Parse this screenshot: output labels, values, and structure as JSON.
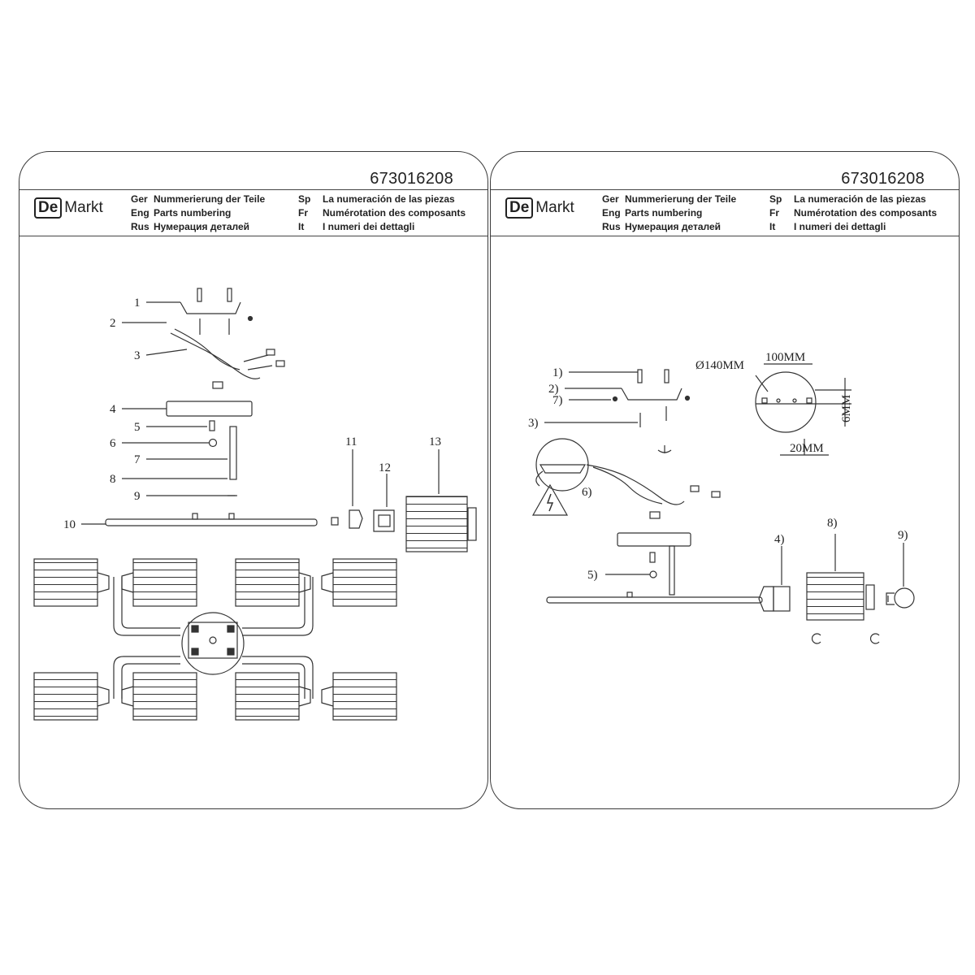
{
  "pages": [
    {
      "doc_number": "673016208",
      "logo": {
        "box": "De",
        "text": "Markt"
      },
      "languages": [
        {
          "code": "Ger",
          "text": "Nummerierung der Teile"
        },
        {
          "code": "Sp",
          "text": "La numeración de las piezas"
        },
        {
          "code": "Eng",
          "text": "Parts numbering"
        },
        {
          "code": "Fr",
          "text": "Numérotation des composants"
        },
        {
          "code": "Rus",
          "text": "Нумерация деталей"
        },
        {
          "code": "It",
          "text": "I numeri dei dettagli"
        }
      ],
      "part_labels": [
        "1",
        "2",
        "3",
        "4",
        "5",
        "6",
        "7",
        "8",
        "9",
        "10",
        "11",
        "12",
        "13"
      ]
    },
    {
      "doc_number": "673016208",
      "logo": {
        "box": "De",
        "text": "Markt"
      },
      "languages": [
        {
          "code": "Ger",
          "text": "Nummerierung der Teile"
        },
        {
          "code": "Sp",
          "text": "La numeración de las piezas"
        },
        {
          "code": "Eng",
          "text": "Parts numbering"
        },
        {
          "code": "Fr",
          "text": "Numérotation des composants"
        },
        {
          "code": "Rus",
          "text": "Нумерация деталей"
        },
        {
          "code": "It",
          "text": "I numeri dei dettagli"
        }
      ],
      "part_labels": [
        "1)",
        "2)",
        "7)",
        "3)",
        "6)",
        "4)",
        "5)",
        "8)",
        "9)"
      ],
      "dimensions": {
        "diameter": "Ø140MM",
        "spacing": "100MM",
        "offset": "20MM",
        "thickness": "6MM"
      }
    }
  ],
  "icons": [
    "electric-warning-icon",
    "rotate-arrow-icon",
    "light-bulb-icon"
  ]
}
